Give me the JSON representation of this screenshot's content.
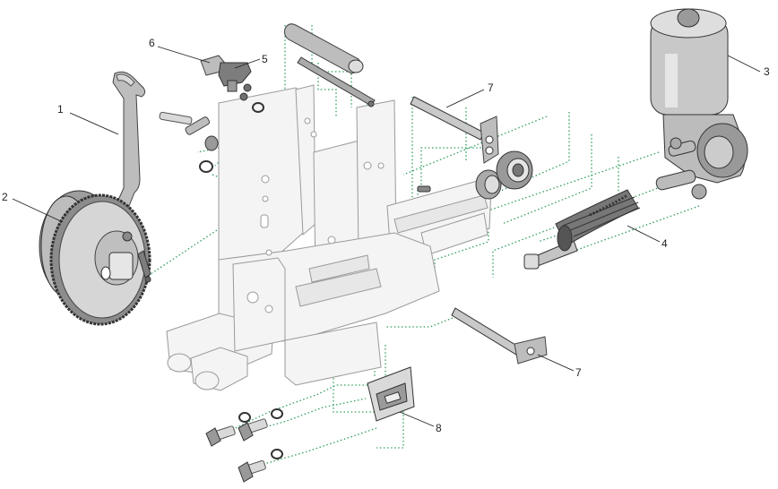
{
  "callouts": [
    {
      "id": "1",
      "label": "1"
    },
    {
      "id": "2",
      "label": "2"
    },
    {
      "id": "3",
      "label": "3"
    },
    {
      "id": "4",
      "label": "4"
    },
    {
      "id": "5",
      "label": "5"
    },
    {
      "id": "6",
      "label": "6"
    },
    {
      "id": "7a",
      "label": "7"
    },
    {
      "id": "7b",
      "label": "7"
    },
    {
      "id": "8",
      "label": "8"
    }
  ],
  "colors": {
    "dotted_guides": "#2e9e5b",
    "parts": "#bdbdbd",
    "frame": "#f4f4f4"
  }
}
